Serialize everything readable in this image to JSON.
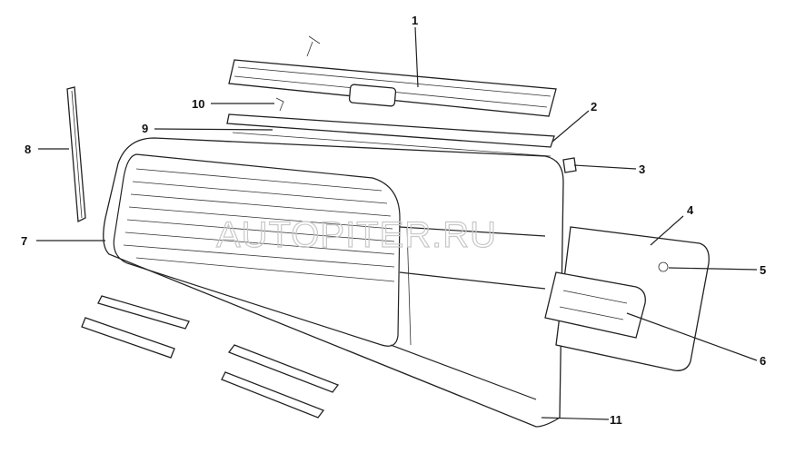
{
  "watermark": "AUTOPITER.RU",
  "callouts": [
    {
      "label": "1",
      "part": "top-crossmember"
    },
    {
      "label": "2",
      "part": "upper-seal-strip"
    },
    {
      "label": "3",
      "part": "clip"
    },
    {
      "label": "4",
      "part": "tailgate-inner-panel"
    },
    {
      "label": "5",
      "part": "fastener"
    },
    {
      "label": "6",
      "part": "tailgate-trim"
    },
    {
      "label": "7",
      "part": "rear-window-frame"
    },
    {
      "label": "8",
      "part": "side-seal-strip"
    },
    {
      "label": "9",
      "part": "glass-upper-seal"
    },
    {
      "label": "10",
      "part": "bolt"
    },
    {
      "label": "11",
      "part": "tailgate-outer-panel"
    }
  ]
}
